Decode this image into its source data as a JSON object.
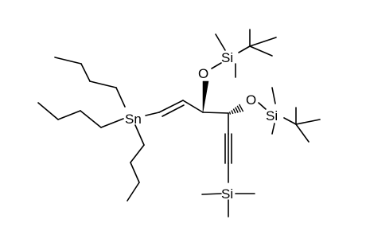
{
  "molecule": {
    "atoms": {
      "sn": "Sn",
      "si_top": "Si",
      "si_mid": "Si",
      "si_bottom": "Si",
      "o_top": "O",
      "o_mid": "O"
    }
  }
}
